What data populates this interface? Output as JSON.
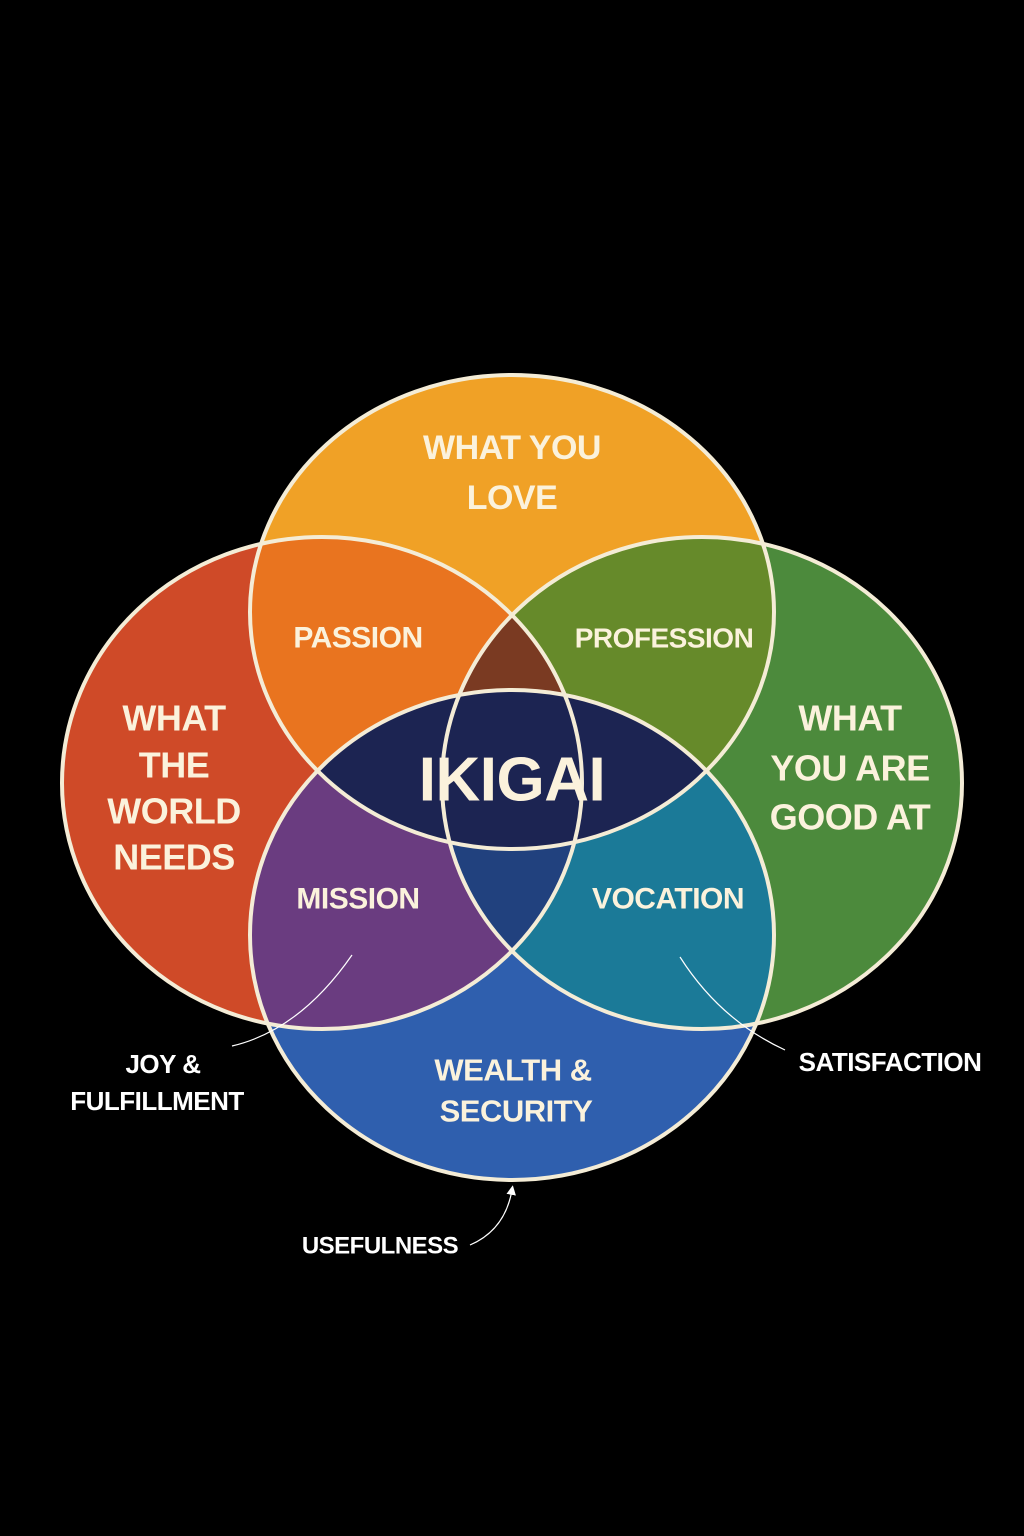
{
  "diagram": {
    "circles": {
      "love": {
        "lines": [
          "WHAT YOU",
          "LOVE"
        ],
        "color": "#f0a126"
      },
      "world_needs": {
        "lines": [
          "WHAT",
          "THE",
          "WORLD",
          "NEEDS"
        ],
        "color": "#cf4a28"
      },
      "good_at": {
        "lines": [
          "WHAT",
          "YOU ARE",
          "GOOD AT"
        ],
        "color": "#4c8a3c"
      },
      "paid_for": {
        "lines": [
          "WEALTH &",
          "SECURITY"
        ],
        "color": "#2f5fae"
      }
    },
    "overlaps": {
      "passion": {
        "label": "PASSION",
        "color": "#e9741f"
      },
      "profession": {
        "label": "PROFESSION",
        "color": "#668a2a"
      },
      "mission": {
        "label": "MISSION",
        "color": "#6a3c80"
      },
      "vocation": {
        "label": "VOCATION",
        "color": "#1b7a98"
      }
    },
    "center": {
      "label": "IKIGAI",
      "color": "#1c2452"
    },
    "annotations": {
      "joy": [
        "JOY &",
        "FULFILLMENT"
      ],
      "satisfaction": "SATISFACTION",
      "usefulness": "USEFULNESS"
    },
    "outline_color": "#f4ecd6"
  }
}
